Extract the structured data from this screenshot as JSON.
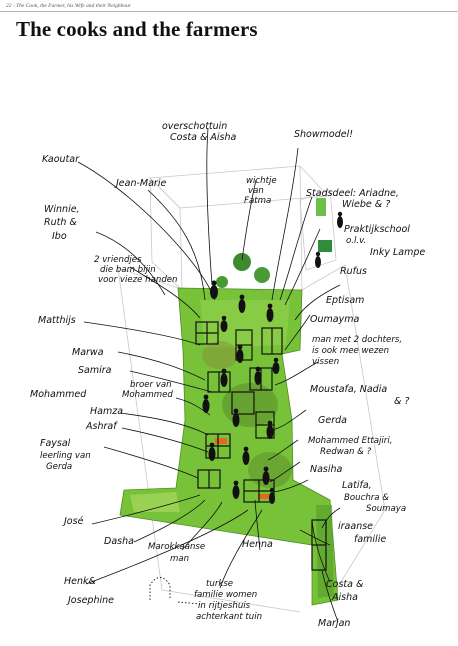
{
  "header": {
    "running_head": "22 - The Cook, the Farmer, his Wife and their Neighbour",
    "title": "The cooks and the farmers"
  },
  "illustration": {
    "labels": {
      "overschot_1": "overschottuin",
      "overschot_2": "Costa & Aisha",
      "showmodel": "Showmodel!",
      "kaoutar": "Kaoutar",
      "jean_marie": "Jean-Marie",
      "wichtje_1": "wichtje",
      "wichtje_2": "van",
      "wichtje_3": "Fatma",
      "stadsdeel_1": "Stadsdeel: Ariadne,",
      "stadsdeel_2": "Wiebe & ?",
      "winnie_1": "Winnie,",
      "winnie_2": "Ruth &",
      "winnie_3": "Ibo",
      "praktijk_1": "Praktijkschool",
      "praktijk_2": "o.l.v.",
      "praktijk_3": "Inky Lampe",
      "vriendjes_1": "2 vriendjes",
      "vriendjes_2": "die bam bijin",
      "vriendjes_3": "voor vieze handen",
      "rufus": "Rufus",
      "matthijs": "Matthijs",
      "eptisam": "Eptisam",
      "oumayma": "Oumayma",
      "man_1": "man met 2 dochters,",
      "man_2": "is ook mee wezen",
      "man_3": "vissen",
      "marwa": "Marwa",
      "samira": "Samira",
      "broer_1": "broer van",
      "broer_2": "Mohammed",
      "mohammed": "Mohammed",
      "moustafa_1": "Moustafa, Nadia",
      "moustafa_2": "& ?",
      "hamza": "Hamza",
      "ashraf": "Ashraf",
      "gerda": "Gerda",
      "ettajiri_1": "Mohammed Ettajiri,",
      "ettajiri_2": "Redwan & ?",
      "faysal_1": "Faysal",
      "faysal_2": "leerling van",
      "faysal_3": "Gerda",
      "nasiha": "Nasiha",
      "latifa_1": "Latifa,",
      "latifa_2": "Bouchra &",
      "latifa_3": "Soumaya",
      "jose": "José",
      "iraanse_1": "iraanse",
      "iraanse_2": "familie",
      "dasha": "Dasha",
      "marokkaanse_1": "Marokkaanse",
      "marokkaanse_2": "man",
      "henna": "Henna",
      "henk_1": "Henk&",
      "henk_2": "Josephine",
      "turkse_1": "turkse",
      "turkse_2": "familie women",
      "turkse_3": "in rijtjeshuis",
      "turkse_4": "achterkant tuin",
      "costa_1": "Costa &",
      "costa_2": "Aisha",
      "marjan": "Marjan"
    }
  }
}
